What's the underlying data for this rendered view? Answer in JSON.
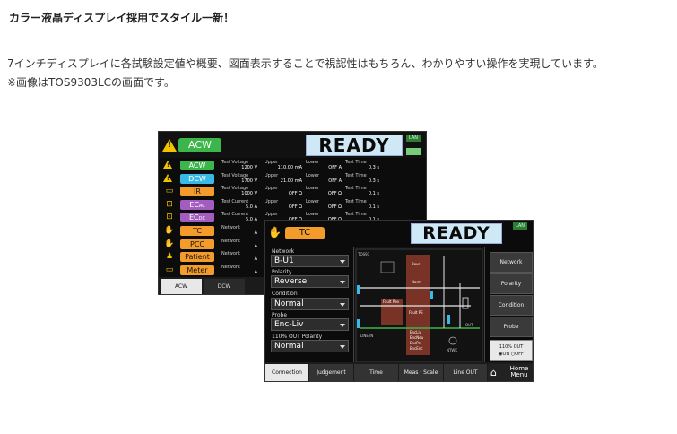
{
  "headline": "カラー液晶ディスプレイ採用でスタイル一新！",
  "description": {
    "line1": "7インチディスプレイに各試験設定値や概要、図面表示することで視認性はもちろん、わかりやすい操作を実現しています。",
    "line2": "※画像はTOS9303LCの画面です。"
  },
  "back_screen": {
    "mode": "ACW",
    "status": "READY",
    "lan": "LAN",
    "rows": [
      {
        "label": "ACW",
        "color": "green",
        "icon": "warning-icon",
        "cells": [
          {
            "h": "Test Voltage",
            "v": "1200 V"
          },
          {
            "h": "Upper",
            "v": "110.00 mA"
          },
          {
            "h": "Lower",
            "v": "OFF A"
          },
          {
            "h": "Test Time",
            "v": "0.3 s"
          }
        ]
      },
      {
        "label": "DCW",
        "color": "cyan",
        "icon": "warning-icon",
        "cells": [
          {
            "h": "Test Voltage",
            "v": "1700 V"
          },
          {
            "h": "Upper",
            "v": "21.00 mA"
          },
          {
            "h": "Lower",
            "v": "OFF A"
          },
          {
            "h": "Test Time",
            "v": "0.3 s"
          }
        ]
      },
      {
        "label": "IR",
        "color": "orange",
        "icon": "meter-icon",
        "cells": [
          {
            "h": "Test Voltage",
            "v": "1000 V"
          },
          {
            "h": "Upper",
            "v": "OFF Ω"
          },
          {
            "h": "Lower",
            "v": "OFF Ω"
          },
          {
            "h": "Test Time",
            "v": "0.1 s"
          }
        ]
      },
      {
        "label": "EC",
        "sub": "AC",
        "color": "purple",
        "icon": "earth-continuity-icon",
        "cells": [
          {
            "h": "Test Current",
            "v": "5.0 A"
          },
          {
            "h": "Upper",
            "v": "OFF Ω"
          },
          {
            "h": "Lower",
            "v": "OFF Ω"
          },
          {
            "h": "Test Time",
            "v": "0.1 s"
          }
        ]
      },
      {
        "label": "EC",
        "sub": "DC",
        "color": "purple",
        "icon": "earth-continuity-icon",
        "cells": [
          {
            "h": "Test Current",
            "v": "5.0 A"
          },
          {
            "h": "Upper",
            "v": "OFF Ω"
          },
          {
            "h": "Lower",
            "v": "OFF Ω"
          },
          {
            "h": "Test Time",
            "v": "0.1 s"
          }
        ]
      },
      {
        "label": "TC",
        "color": "orange",
        "icon": "hand-icon",
        "cells": [
          {
            "h": "Network",
            "v": "A"
          }
        ]
      },
      {
        "label": "PCC",
        "color": "orange",
        "icon": "hand-icon",
        "cells": [
          {
            "h": "Network",
            "v": "A"
          }
        ]
      },
      {
        "label": "Patient",
        "color": "orange",
        "icon": "person-icon",
        "cells": [
          {
            "h": "Network",
            "v": "A"
          }
        ]
      },
      {
        "label": "Meter",
        "color": "orange",
        "icon": "meter-icon",
        "cells": [
          {
            "h": "Network",
            "v": "A"
          }
        ]
      }
    ],
    "tabs": [
      "ACW",
      "DCW"
    ]
  },
  "front_screen": {
    "mode": "TC",
    "status": "READY",
    "lan": "LAN",
    "fields": [
      {
        "label": "Network",
        "value": "B-U1"
      },
      {
        "label": "Polarity",
        "value": "Reverse"
      },
      {
        "label": "Condition",
        "value": "Normal"
      },
      {
        "label": "Probe",
        "value": "Enc-Liv"
      },
      {
        "label": "110% OUT Polarity",
        "value": "Normal"
      }
    ],
    "diagram_labels": {
      "tos": "TOS93",
      "line_in": "LINE IN",
      "out": "OUT",
      "ntwk": "NTWK",
      "fault_rev": "Fault Rev",
      "fault_pe": "Fault PE",
      "encliv": "EncLiv",
      "encneu": "EncNeu",
      "encpe": "EncPe",
      "encenc": "EncEnc",
      "revs": "Revs",
      "norm": "Norm"
    },
    "side_buttons": [
      "Network",
      "Polarity",
      "Condition",
      "Probe"
    ],
    "side_box": {
      "label": "110% OUT",
      "on": "ON",
      "off": "OFF"
    },
    "tabs": [
      "Connection",
      "Judgement",
      "Time",
      "Meas · Scale",
      "Line OUT"
    ],
    "home": {
      "line1": "Home",
      "line2": "Menu"
    }
  }
}
